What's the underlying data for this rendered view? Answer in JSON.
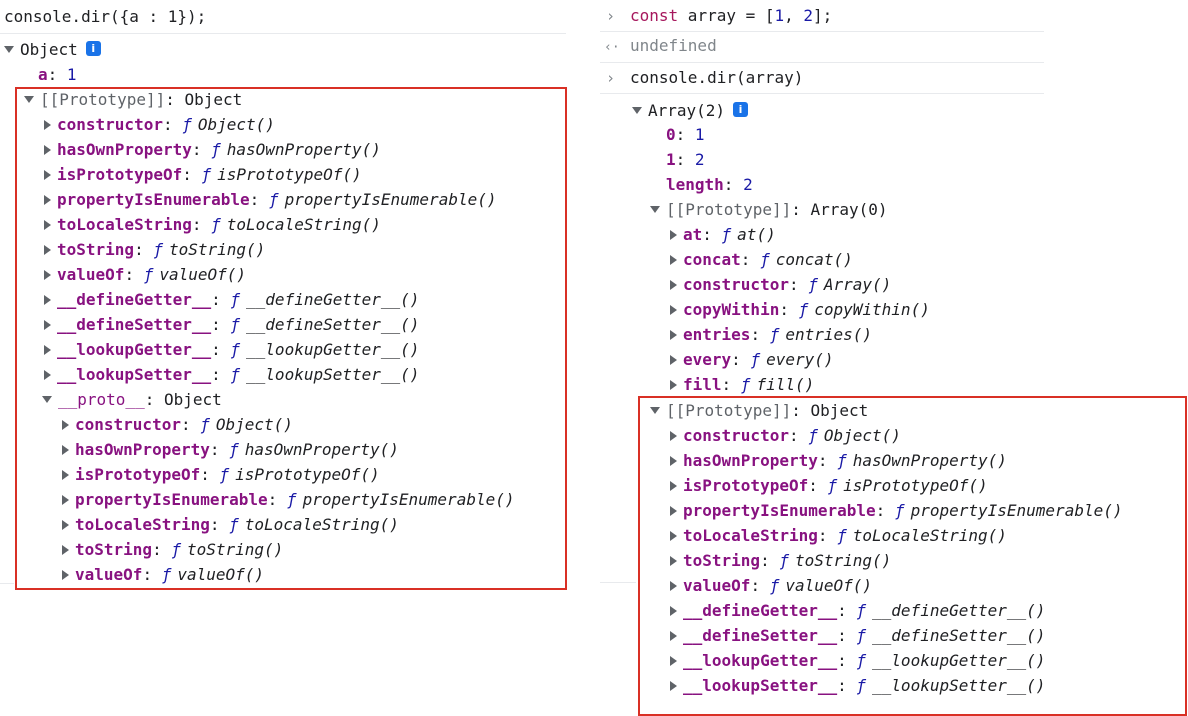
{
  "left": {
    "command": "console.dir({a : 1});",
    "object_label": "Object",
    "info_badge": "i",
    "prop_a": {
      "key": "a",
      "value": "1"
    },
    "proto": {
      "key": "[[Prototype]]",
      "value": "Object"
    },
    "proto_members": [
      {
        "key": "constructor",
        "fn": "Object()"
      },
      {
        "key": "hasOwnProperty",
        "fn": "hasOwnProperty()"
      },
      {
        "key": "isPrototypeOf",
        "fn": "isPrototypeOf()"
      },
      {
        "key": "propertyIsEnumerable",
        "fn": "propertyIsEnumerable()"
      },
      {
        "key": "toLocaleString",
        "fn": "toLocaleString()"
      },
      {
        "key": "toString",
        "fn": "toString()"
      },
      {
        "key": "valueOf",
        "fn": "valueOf()"
      },
      {
        "key": "__defineGetter__",
        "fn": "__defineGetter__()"
      },
      {
        "key": "__defineSetter__",
        "fn": "__defineSetter__()"
      },
      {
        "key": "__lookupGetter__",
        "fn": "__lookupGetter__()"
      },
      {
        "key": "__lookupSetter__",
        "fn": "__lookupSetter__()"
      }
    ],
    "dunder_proto": {
      "key": "__proto__",
      "value": "Object"
    },
    "dunder_members": [
      {
        "key": "constructor",
        "fn": "Object()"
      },
      {
        "key": "hasOwnProperty",
        "fn": "hasOwnProperty()"
      },
      {
        "key": "isPrototypeOf",
        "fn": "isPrototypeOf()"
      },
      {
        "key": "propertyIsEnumerable",
        "fn": "propertyIsEnumerable()"
      },
      {
        "key": "toLocaleString",
        "fn": "toLocaleString()"
      },
      {
        "key": "toString",
        "fn": "toString()"
      },
      {
        "key": "valueOf",
        "fn": "valueOf()"
      }
    ]
  },
  "right": {
    "cmd1": {
      "kw": "const",
      "rest": " array = [",
      "n1": "1",
      "sep": ", ",
      "n2": "2",
      "end": "];"
    },
    "result": "undefined",
    "cmd2": "console.dir(array)",
    "array_label": "Array(2)",
    "info_badge": "i",
    "items": [
      {
        "key": "0",
        "value": "1"
      },
      {
        "key": "1",
        "value": "2"
      },
      {
        "key": "length",
        "value": "2"
      }
    ],
    "proto_array": {
      "key": "[[Prototype]]",
      "value": "Array(0)"
    },
    "array_members": [
      {
        "key": "at",
        "fn": "at()"
      },
      {
        "key": "concat",
        "fn": "concat()"
      },
      {
        "key": "constructor",
        "fn": "Array()"
      },
      {
        "key": "copyWithin",
        "fn": "copyWithin()"
      },
      {
        "key": "entries",
        "fn": "entries()"
      },
      {
        "key": "every",
        "fn": "every()"
      },
      {
        "key": "fill",
        "fn": "fill()"
      }
    ],
    "proto_object": {
      "key": "[[Prototype]]",
      "value": "Object"
    },
    "object_members": [
      {
        "key": "constructor",
        "fn": "Object()"
      },
      {
        "key": "hasOwnProperty",
        "fn": "hasOwnProperty()"
      },
      {
        "key": "isPrototypeOf",
        "fn": "isPrototypeOf()"
      },
      {
        "key": "propertyIsEnumerable",
        "fn": "propertyIsEnumerable()"
      },
      {
        "key": "toLocaleString",
        "fn": "toLocaleString()"
      },
      {
        "key": "toString",
        "fn": "toString()"
      },
      {
        "key": "valueOf",
        "fn": "valueOf()"
      },
      {
        "key": "__defineGetter__",
        "fn": "__defineGetter__()"
      },
      {
        "key": "__defineSetter__",
        "fn": "__defineSetter__()"
      },
      {
        "key": "__lookupGetter__",
        "fn": "__lookupGetter__()"
      },
      {
        "key": "__lookupSetter__",
        "fn": "__lookupSetter__()"
      }
    ]
  },
  "symbols": {
    "fn_glyph": "ƒ",
    "prompt": "›",
    "result_arrow": "‹·"
  },
  "colors": {
    "highlight_border": "#d93025",
    "key_purple": "#881280",
    "number_blue": "#1a1aa6",
    "badge_blue": "#1a73e8"
  }
}
